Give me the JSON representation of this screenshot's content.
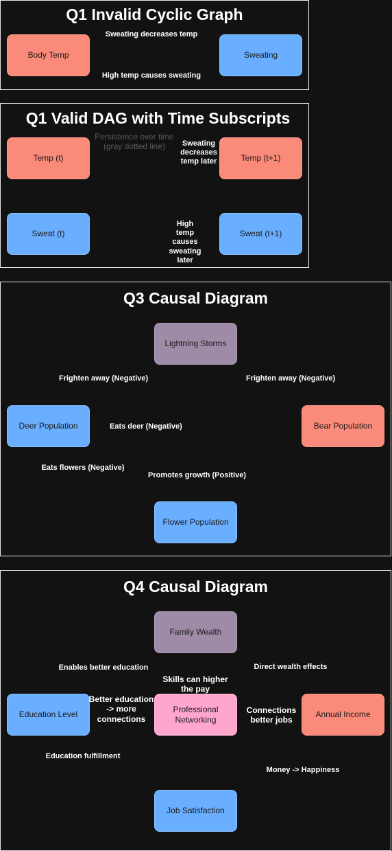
{
  "q1_cyclic": {
    "title": "Q1 Invalid Cyclic Graph",
    "nodes": {
      "body_temp": "Body Temp",
      "sweating": "Sweating"
    },
    "edges": {
      "sweating_decreases": "Sweating decreases temp",
      "high_temp_causes": "High temp causes sweating"
    }
  },
  "q1_dag": {
    "title": "Q1 Valid DAG with Time Subscripts",
    "nodes": {
      "temp_t": "Temp (t)",
      "temp_t1": "Temp (t+1)",
      "sweat_t": "Sweat (t)",
      "sweat_t1": "Sweat (t+1)"
    },
    "persistence_note": {
      "line1": "Persistence over time",
      "line2": "(gray dotted line)"
    },
    "edges": {
      "sweating_decreases": [
        "Sweating",
        "decreases",
        "temp later"
      ],
      "high_temp_causes": [
        "High",
        "temp",
        "causes",
        "sweating",
        "later"
      ]
    }
  },
  "q3": {
    "title": "Q3 Causal Diagram",
    "nodes": {
      "lightning": "Lightning Storms",
      "deer": "Deer Population",
      "bear": "Bear Population",
      "flower": "Flower Population"
    },
    "edges": {
      "frighten_deer": "Frighten away (Negative)",
      "frighten_bear": "Frighten away (Negative)",
      "eats_deer": "Eats deer (Negative)",
      "eats_flowers": "Eats flowers (Negative)",
      "promotes_growth": "Promotes growth (Positive)"
    }
  },
  "q4": {
    "title": "Q4 Causal Diagram",
    "nodes": {
      "family_wealth": "Family Wealth",
      "education": "Education Level",
      "networking": [
        "Professional",
        "Networking"
      ],
      "income": "Annual Income",
      "job_satisfaction": "Job Satisfaction"
    },
    "edges": {
      "enables_education": "Enables better education",
      "direct_wealth": "Direct wealth effects",
      "skills_pay": [
        "Skills can higher",
        "the pay"
      ],
      "better_education": [
        "Better education",
        "-> more",
        "connections"
      ],
      "connections_jobs": [
        "Connections",
        "better jobs"
      ],
      "education_fulfillment": "Education fulfillment",
      "money_happiness": "Money -> Happiness"
    }
  },
  "colors": {
    "background": "#121212",
    "red_node": "#fa8a7a",
    "blue_node": "#6aaeff",
    "purple_node": "#9d8ba8",
    "pink_node": "#ffa6cd",
    "edge_red": "#e01010",
    "edge_lavender": "#b8c8ff",
    "edge_green": "#20d020",
    "edge_olive": "#8a7a10",
    "edge_pink": "#e8a0e0",
    "edge_dotted": "#aaaaaa"
  }
}
